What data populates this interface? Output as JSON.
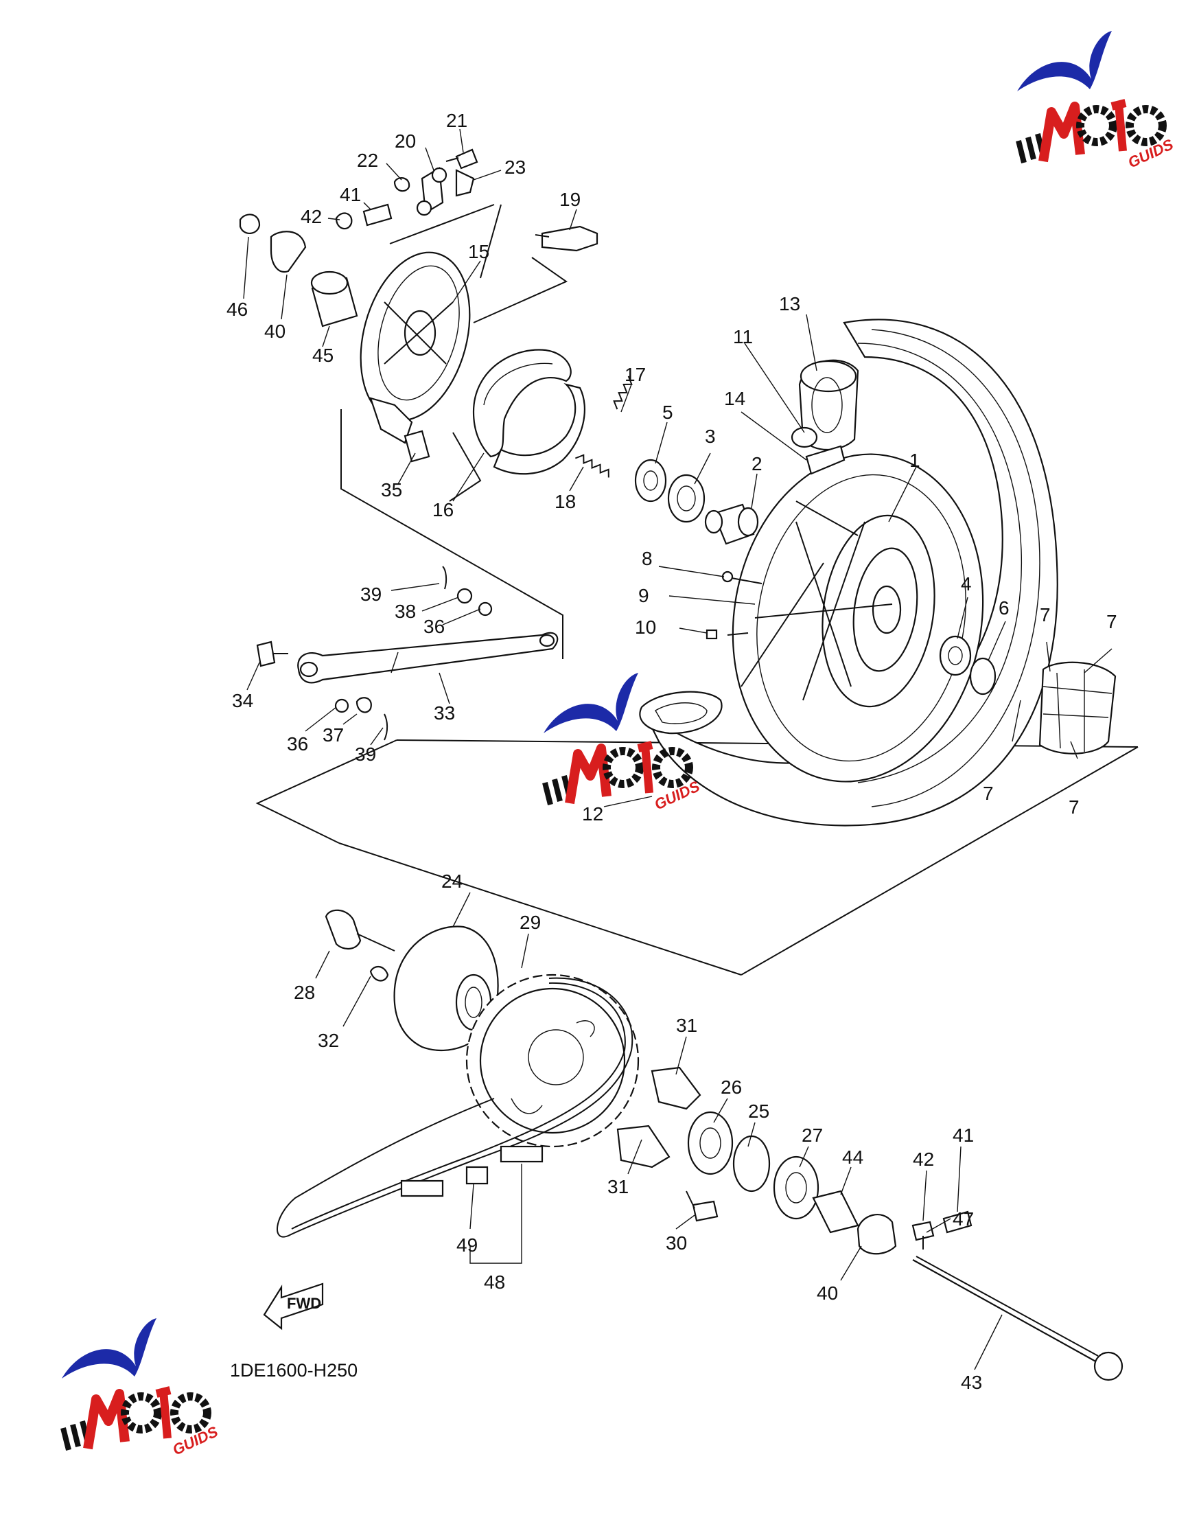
{
  "diagram": {
    "code": "1DE1600-H250",
    "fwd_label": "FWD",
    "callouts": [
      {
        "id": "c1",
        "text": "1"
      },
      {
        "id": "c2",
        "text": "2"
      },
      {
        "id": "c3",
        "text": "3"
      },
      {
        "id": "c4",
        "text": "4"
      },
      {
        "id": "c5",
        "text": "5"
      },
      {
        "id": "c6",
        "text": "6"
      },
      {
        "id": "c7a",
        "text": "7"
      },
      {
        "id": "c7b",
        "text": "7"
      },
      {
        "id": "c7c",
        "text": "7"
      },
      {
        "id": "c7d",
        "text": "7"
      },
      {
        "id": "c8",
        "text": "8"
      },
      {
        "id": "c9",
        "text": "9"
      },
      {
        "id": "c10",
        "text": "10"
      },
      {
        "id": "c11",
        "text": "11"
      },
      {
        "id": "c12",
        "text": "12"
      },
      {
        "id": "c13",
        "text": "13"
      },
      {
        "id": "c14",
        "text": "14"
      },
      {
        "id": "c15",
        "text": "15"
      },
      {
        "id": "c16",
        "text": "16"
      },
      {
        "id": "c17",
        "text": "17"
      },
      {
        "id": "c18",
        "text": "18"
      },
      {
        "id": "c19",
        "text": "19"
      },
      {
        "id": "c20",
        "text": "20"
      },
      {
        "id": "c21",
        "text": "21"
      },
      {
        "id": "c22",
        "text": "22"
      },
      {
        "id": "c23",
        "text": "23"
      },
      {
        "id": "c24",
        "text": "24"
      },
      {
        "id": "c25",
        "text": "25"
      },
      {
        "id": "c26",
        "text": "26"
      },
      {
        "id": "c27",
        "text": "27"
      },
      {
        "id": "c28",
        "text": "28"
      },
      {
        "id": "c29",
        "text": "29"
      },
      {
        "id": "c30",
        "text": "30"
      },
      {
        "id": "c31a",
        "text": "31"
      },
      {
        "id": "c31b",
        "text": "31"
      },
      {
        "id": "c32",
        "text": "32"
      },
      {
        "id": "c33",
        "text": "33"
      },
      {
        "id": "c34",
        "text": "34"
      },
      {
        "id": "c35",
        "text": "35"
      },
      {
        "id": "c36a",
        "text": "36"
      },
      {
        "id": "c36b",
        "text": "36"
      },
      {
        "id": "c37",
        "text": "37"
      },
      {
        "id": "c38",
        "text": "38"
      },
      {
        "id": "c39a",
        "text": "39"
      },
      {
        "id": "c39b",
        "text": "39"
      },
      {
        "id": "c40a",
        "text": "40"
      },
      {
        "id": "c40b",
        "text": "40"
      },
      {
        "id": "c41a",
        "text": "41"
      },
      {
        "id": "c41b",
        "text": "41"
      },
      {
        "id": "c42a",
        "text": "42"
      },
      {
        "id": "c42b",
        "text": "42"
      },
      {
        "id": "c43",
        "text": "43"
      },
      {
        "id": "c44",
        "text": "44"
      },
      {
        "id": "c45",
        "text": "45"
      },
      {
        "id": "c46",
        "text": "46"
      },
      {
        "id": "c47",
        "text": "47"
      },
      {
        "id": "c48",
        "text": "48"
      },
      {
        "id": "c49",
        "text": "49"
      }
    ]
  },
  "watermark": {
    "brand_lettering": "MOTO GUIDS",
    "colors": {
      "swoosh": "#1c2aa8",
      "red": "#d81e1e",
      "black": "#111111"
    }
  }
}
